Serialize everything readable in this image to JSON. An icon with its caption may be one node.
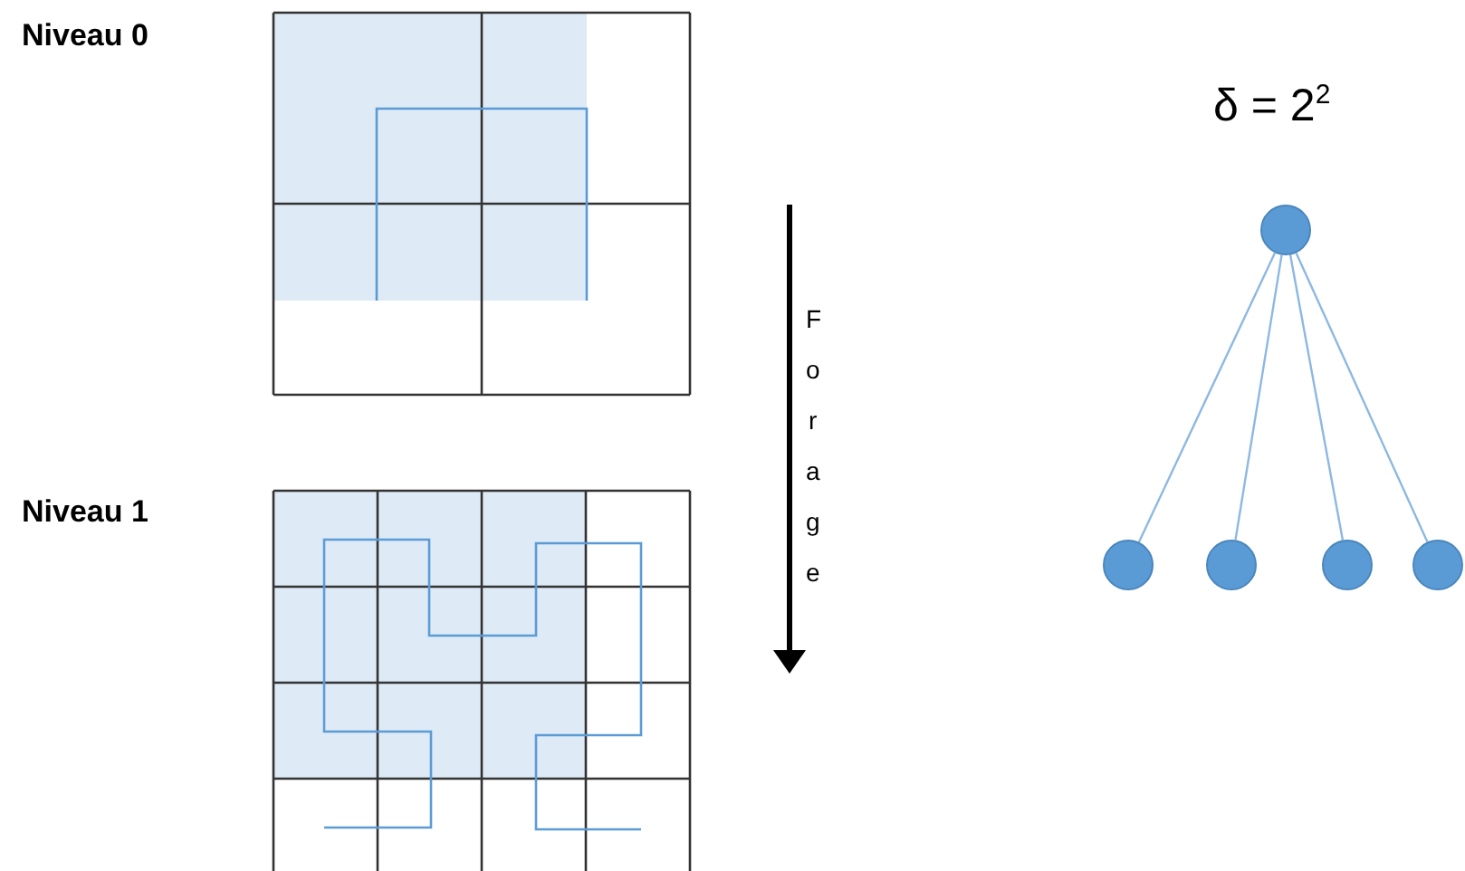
{
  "diagram": {
    "nodes": [
      {
        "text": [],
        "shape": "circle"
      },
      {
        "text": [],
        "shape": "circle"
      },
      {
        "text": [],
        "shape": "circle"
      },
      {
        "text": [],
        "shape": "circle"
      },
      {
        "text": [],
        "shape": "circle"
      }
    ],
    "edges": [
      {
        "from": 0,
        "to": 1,
        "arrow": "none"
      },
      {
        "from": 0,
        "to": 2,
        "arrow": "none"
      },
      {
        "from": 0,
        "to": 3,
        "arrow": "none"
      },
      {
        "from": 0,
        "to": 4,
        "arrow": "none"
      }
    ],
    "labels": [
      "Niveau 0",
      "δ = 2$^{2}$",
      "Forage",
      "Niveau 1"
    ]
  }
}
